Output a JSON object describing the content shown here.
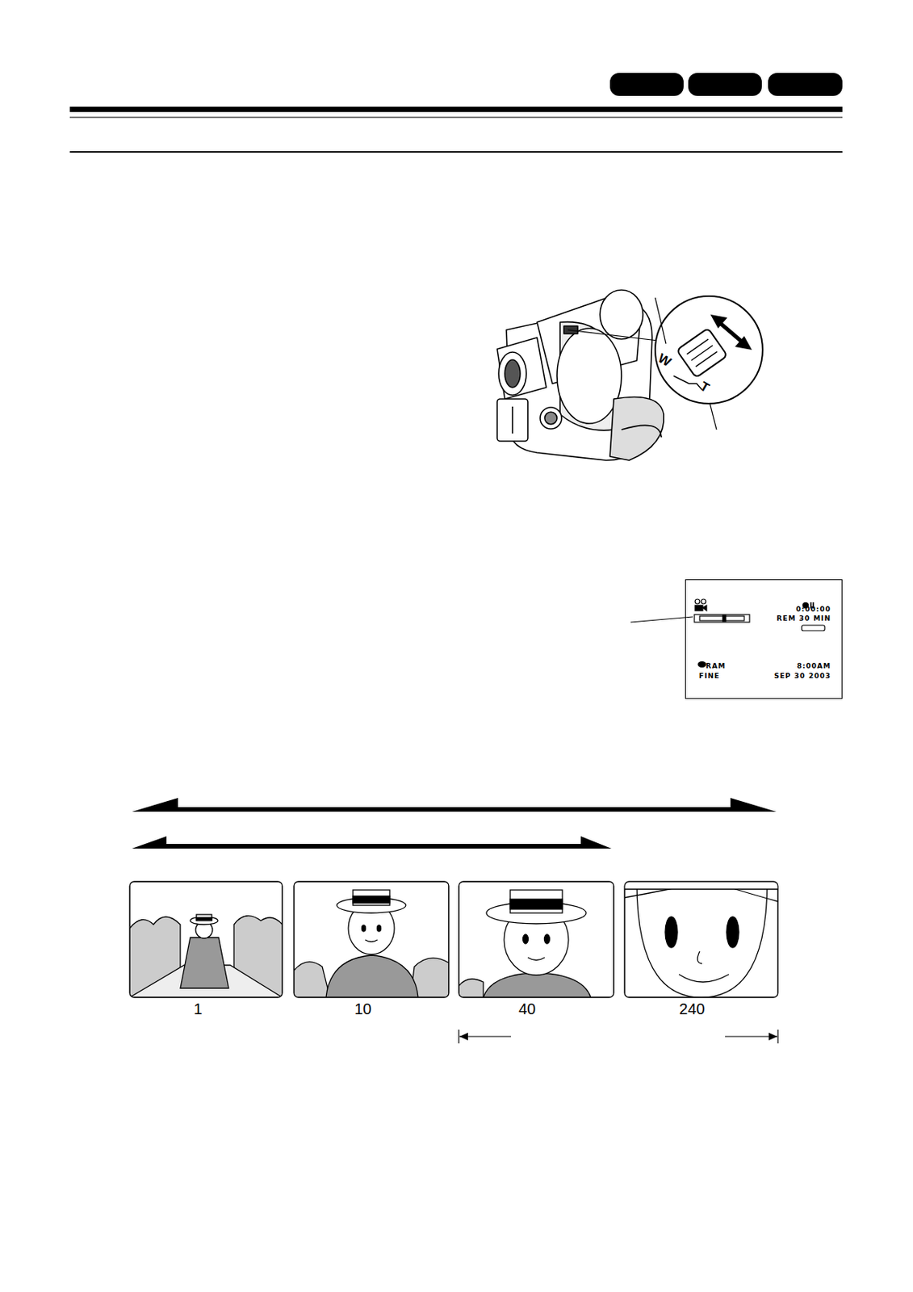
{
  "diagram": {
    "nodes": [
      {
        "text": [
          "0:00:00",
          "REM 30 MIN",
          "RAM",
          "FINE",
          "8:00AM",
          "SEP 30 2003"
        ]
      }
    ],
    "labels": [
      "W",
      "T",
      "1",
      "10",
      "40",
      "240"
    ]
  }
}
